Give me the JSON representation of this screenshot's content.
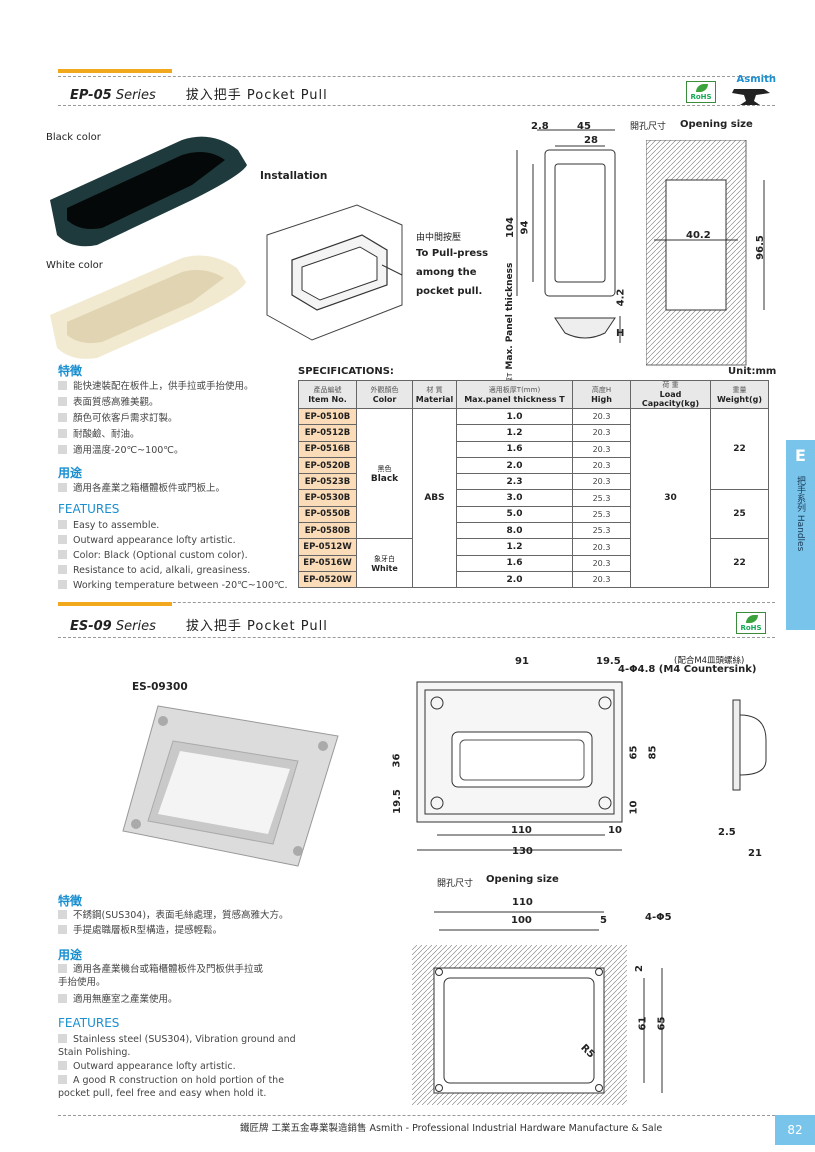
{
  "ep05": {
    "series_code": "EP-05",
    "series_word": "Series",
    "subtitle": "拔入把手 Pocket Pull",
    "rohs": "RoHS",
    "brand": "Asmith",
    "black_label": "Black color",
    "white_label": "White color",
    "installation": "Installation",
    "press_zh": "由中間按壓",
    "press_en1": "To Pull-press",
    "press_en2": "among the",
    "press_en3": "pocket pull.",
    "opening_zh": "開孔尺寸",
    "opening_en": "Opening size",
    "dims": {
      "d28a": "2.8",
      "d45": "45",
      "d28": "28",
      "d104": "104",
      "d94": "94",
      "d42": "4.2",
      "h": "H",
      "panel": "Max. Panel thickness T",
      "panel_zh": "適用板厚T",
      "w402": "40.2",
      "h965": "96.5"
    },
    "features_zh_title": "特徵",
    "features_zh": [
      "能快速裝配在板件上，供手拉或手抬使用。",
      "表面質感高雅美觀。",
      "顏色可依客戶需求訂製。",
      "耐酸鹼、耐油。",
      "適用溫度-20℃~100℃。"
    ],
    "use_zh_title": "用途",
    "use_zh": [
      "適用各產業之箱櫃體板件或門板上。"
    ],
    "features_title": "FEATURES",
    "features": [
      "Easy to assemble.",
      "Outward appearance lofty artistic.",
      "Color: Black (Optional custom color).",
      "Resistance to acid, alkali, greasiness.",
      "Working temperature between -20℃~100℃."
    ]
  },
  "spec": {
    "title": "SPECIFICATIONS:",
    "unit": "Unit:mm",
    "headers": [
      {
        "zh": "產品編號",
        "en": "Item No."
      },
      {
        "zh": "外觀顏色",
        "en": "Color"
      },
      {
        "zh": "材 質",
        "en": "Material"
      },
      {
        "zh": "適用板厚T(mm)",
        "en": "Max.panel thickness T"
      },
      {
        "zh": "高度H",
        "en": "High"
      },
      {
        "zh": "荷 重",
        "en": "Load Capacity(kg)"
      },
      {
        "zh": "重量",
        "en": "Weight(g)"
      }
    ],
    "items": [
      "EP-0510B",
      "EP-0512B",
      "EP-0516B",
      "EP-0520B",
      "EP-0523B",
      "EP-0530B",
      "EP-0550B",
      "EP-0580B",
      "EP-0512W",
      "EP-0516W",
      "EP-0520W"
    ],
    "thickness": [
      "1.0",
      "1.2",
      "1.6",
      "2.0",
      "2.3",
      "3.0",
      "5.0",
      "8.0",
      "1.2",
      "1.6",
      "2.0"
    ],
    "high": [
      "20.3",
      "20.3",
      "20.3",
      "20.3",
      "20.3",
      "25.3",
      "25.3",
      "25.3",
      "20.3",
      "20.3",
      "20.3"
    ],
    "color_black_zh": "黑色",
    "color_black": "Black",
    "color_white_zh": "象牙白",
    "color_white": "White",
    "material": "ABS",
    "load": "30",
    "weights": [
      "22",
      "25",
      "22"
    ]
  },
  "side": {
    "letter": "E",
    "text": "把手系列 Handles"
  },
  "es09": {
    "series_code": "ES-09",
    "series_word": "Series",
    "subtitle": "拔入把手 Pocket Pull",
    "rohs": "RoHS",
    "model": "ES-09300",
    "countersink_zh": "(配合M4皿頭螺絲)",
    "countersink": "4-Φ4.8 (M4 Countersink)",
    "dims": {
      "d91": "91",
      "d195a": "19.5",
      "d36": "36",
      "d195b": "19.5",
      "d65": "65",
      "d85": "85",
      "d10a": "10",
      "d110": "110",
      "d10b": "10",
      "d130": "130",
      "d25": "2.5",
      "d21": "21"
    },
    "opening_zh": "開孔尺寸",
    "opening_en": "Opening size",
    "open_dims": {
      "d110": "110",
      "d100": "100",
      "d5": "5",
      "hole": "4-Φ5",
      "d2": "2",
      "d61": "61",
      "d65": "65",
      "r5": "R5"
    },
    "features_zh_title": "特徵",
    "features_zh": [
      "不銹鋼(SUS304)，表面毛絲處理，質感高雅大方。",
      "手提處職層板R型構造，提感輕鬆。"
    ],
    "use_zh_title": "用途",
    "use_zh": [
      "適用各產業機台或箱櫃體板件及門板供手拉或手抬使用。",
      "適用無塵室之產業使用。"
    ],
    "features_title": "FEATURES",
    "features": [
      "Stainless steel (SUS304), Vibration ground and Stain Polishing.",
      "Outward appearance lofty artistic.",
      "A good R construction on hold portion of the pocket pull, feel free and easy when hold it."
    ]
  },
  "footer": {
    "text": "鐵匠牌 工業五金專業製造銷售 Asmith - Professional Industrial Hardware Manufacture & Sale",
    "page": "82"
  }
}
